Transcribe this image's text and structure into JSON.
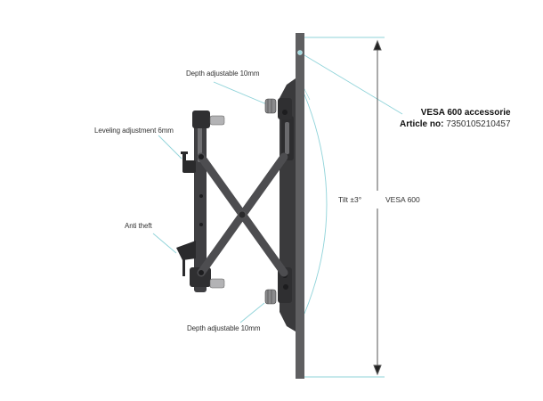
{
  "diagram": {
    "title": "VESA 600 accessorie",
    "article_label": "Article no:",
    "article_number": "7350105210457",
    "callouts": {
      "depth_top": "Depth adjustable 10mm",
      "leveling": "Leveling adjustment 6mm",
      "anti_theft": "Anti theft",
      "depth_bottom": "Depth adjustable 10mm",
      "tilt": "Tilt ±3°",
      "vesa_dimension": "VESA 600"
    },
    "colors": {
      "leader_line": "#8fd3d9",
      "metal_dark": "#3a3a3c",
      "metal_mid": "#4d4d50",
      "display_panel": "#5f5f61",
      "dimension_line": "#555555"
    }
  }
}
